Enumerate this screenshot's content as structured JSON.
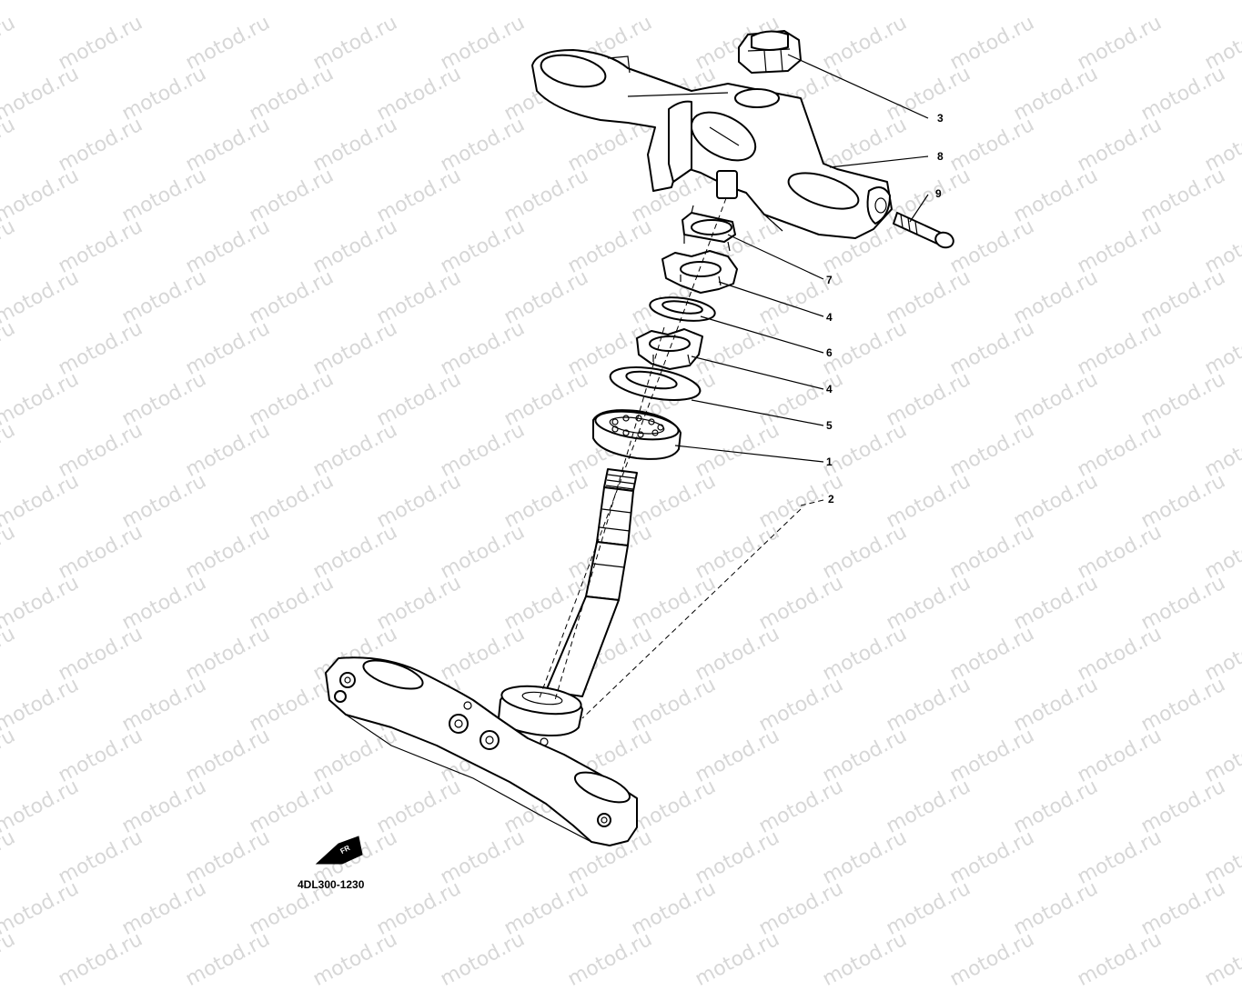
{
  "watermark": "motod.ru",
  "diagram_code": "4DL300-1230",
  "front_mark": "FR",
  "callouts": [
    {
      "id": "3",
      "label": "3"
    },
    {
      "id": "8",
      "label": "8"
    },
    {
      "id": "9",
      "label": "9"
    },
    {
      "id": "7",
      "label": "7"
    },
    {
      "id": "4a",
      "label": "4"
    },
    {
      "id": "6",
      "label": "6"
    },
    {
      "id": "4b",
      "label": "4"
    },
    {
      "id": "5",
      "label": "5"
    },
    {
      "id": "1",
      "label": "1"
    },
    {
      "id": "2",
      "label": "2"
    }
  ]
}
